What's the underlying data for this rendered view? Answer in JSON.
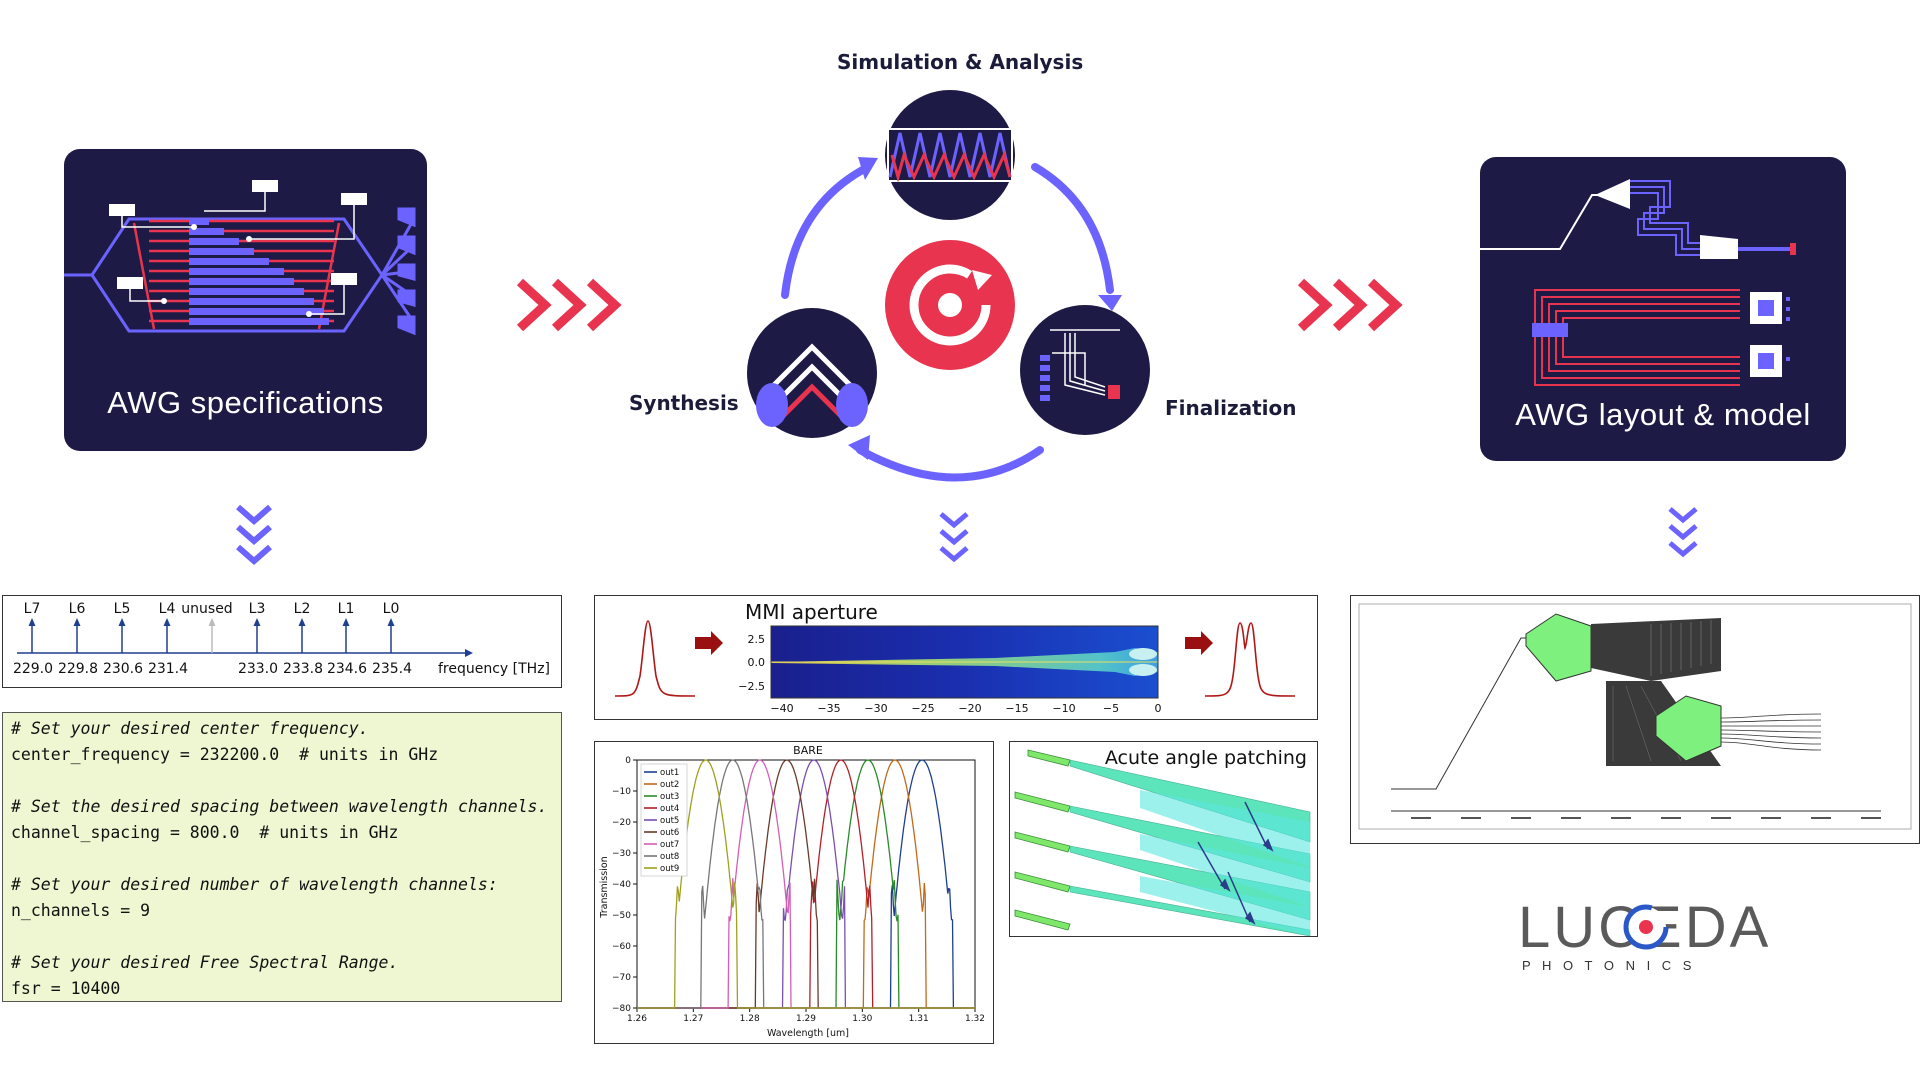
{
  "cards": {
    "left_label": "AWG specifications",
    "right_label": "AWG layout & model"
  },
  "stages": {
    "top": "Simulation & Analysis",
    "left": "Synthesis",
    "right": "Finalization"
  },
  "spec_axis": {
    "channels": [
      "L7",
      "L6",
      "L5",
      "L4",
      "unused",
      "L3",
      "L2",
      "L1",
      "L0"
    ],
    "frequencies": [
      "229.0",
      "229.8",
      "230.6",
      "231.4",
      "",
      "233.0",
      "233.8",
      "234.6",
      "235.4"
    ],
    "axis_label": "frequency [THz]"
  },
  "code": [
    {
      "text": "# Set your desired center frequency.",
      "type": "comment"
    },
    {
      "text": "center_frequency = 232200.0  # units in GHz",
      "type": "code"
    },
    {
      "text": "",
      "type": "blank"
    },
    {
      "text": "# Set the desired spacing between wavelength channels.",
      "type": "comment"
    },
    {
      "text": "channel_spacing = 800.0  # units in GHz",
      "type": "code"
    },
    {
      "text": "",
      "type": "blank"
    },
    {
      "text": "# Set your desired number of wavelength channels:",
      "type": "comment"
    },
    {
      "text": "n_channels = 9",
      "type": "code"
    },
    {
      "text": "",
      "type": "blank"
    },
    {
      "text": "# Set your desired Free Spectral Range.",
      "type": "comment"
    },
    {
      "text": "fsr = 10400",
      "type": "code"
    }
  ],
  "mmi": {
    "title": "MMI aperture",
    "y_ticks": [
      "2.5",
      "0.0",
      "−2.5"
    ],
    "x_ticks": [
      "−40",
      "−35",
      "−30",
      "−25",
      "−20",
      "−15",
      "−10",
      "−5",
      "0"
    ]
  },
  "chart_data": {
    "type": "line",
    "title": "BARE",
    "xlabel": "Wavelength [um]",
    "ylabel": "Transmission",
    "xlim": [
      1.26,
      1.32
    ],
    "ylim": [
      -80,
      0
    ],
    "x_ticks": [
      "1.26",
      "1.27",
      "1.28",
      "1.29",
      "1.30",
      "1.31",
      "1.32"
    ],
    "y_ticks": [
      "0",
      "−10",
      "−20",
      "−30",
      "−40",
      "−50",
      "−60",
      "−70",
      "−80"
    ],
    "series": [
      {
        "name": "out1",
        "peak": 1.3106,
        "color": "#1f3f8f"
      },
      {
        "name": "out2",
        "peak": 1.3058,
        "color": "#c06a1a"
      },
      {
        "name": "out3",
        "peak": 1.301,
        "color": "#2a8a2a"
      },
      {
        "name": "out4",
        "peak": 1.2962,
        "color": "#b3202a"
      },
      {
        "name": "out5",
        "peak": 1.2914,
        "color": "#7a4fb0"
      },
      {
        "name": "out6",
        "peak": 1.2866,
        "color": "#6b3a2a"
      },
      {
        "name": "out7",
        "peak": 1.2818,
        "color": "#d45fb3"
      },
      {
        "name": "out8",
        "peak": 1.277,
        "color": "#777777"
      },
      {
        "name": "out9",
        "peak": 1.2722,
        "color": "#a0a020"
      }
    ]
  },
  "patching": {
    "title": "Acute angle patching"
  },
  "logo": {
    "name": "LUCEDA",
    "sub": "P H O T O N I C S"
  },
  "colors": {
    "navy": "#1d1b45",
    "accent_red": "#e8344e",
    "accent_blue": "#6c63ff",
    "code_bg": "#eef7d2"
  }
}
